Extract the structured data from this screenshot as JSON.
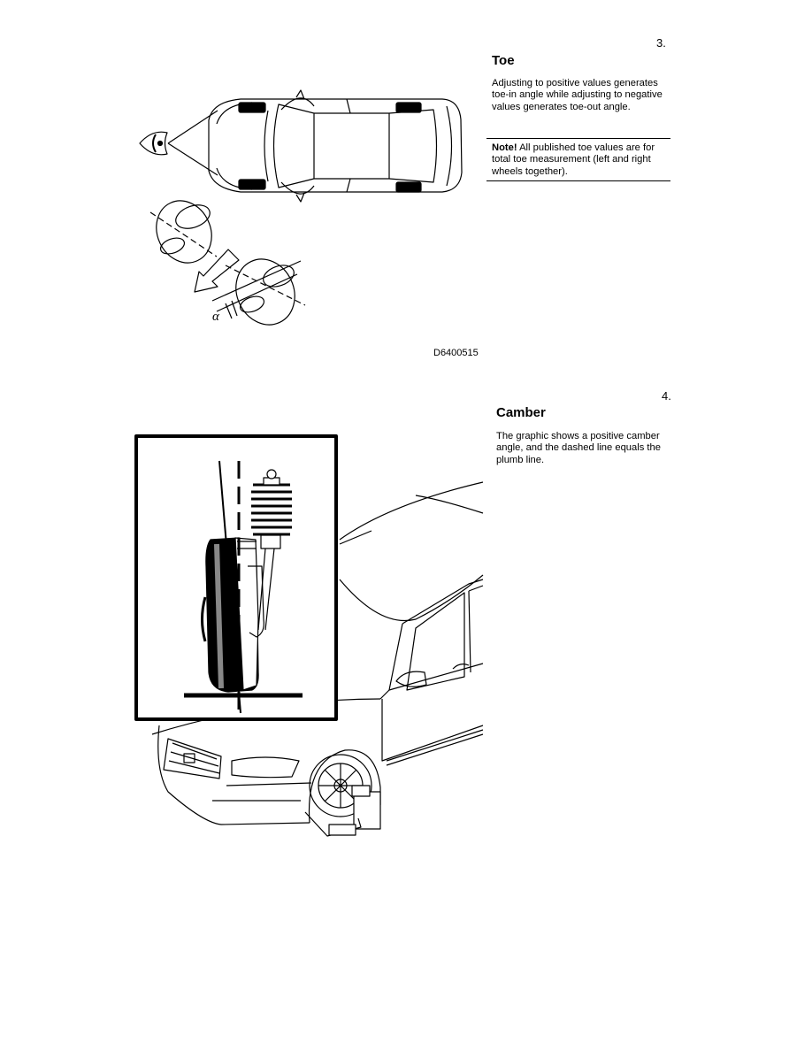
{
  "section3": {
    "step": "3.",
    "title": "Toe",
    "body": "Adjusting to positive values generates toe-in angle while adjusting to negative values generates toe-out angle.",
    "note_label": "Note!",
    "note_text": " All published toe values are for total toe measurement (left and right wheels together).",
    "figure_code": "D6400515",
    "figure_symbol": "α"
  },
  "section4": {
    "step": "4.",
    "title": "Camber",
    "body": "The graphic shows a positive camber angle, and the dashed line equals the plumb line."
  }
}
